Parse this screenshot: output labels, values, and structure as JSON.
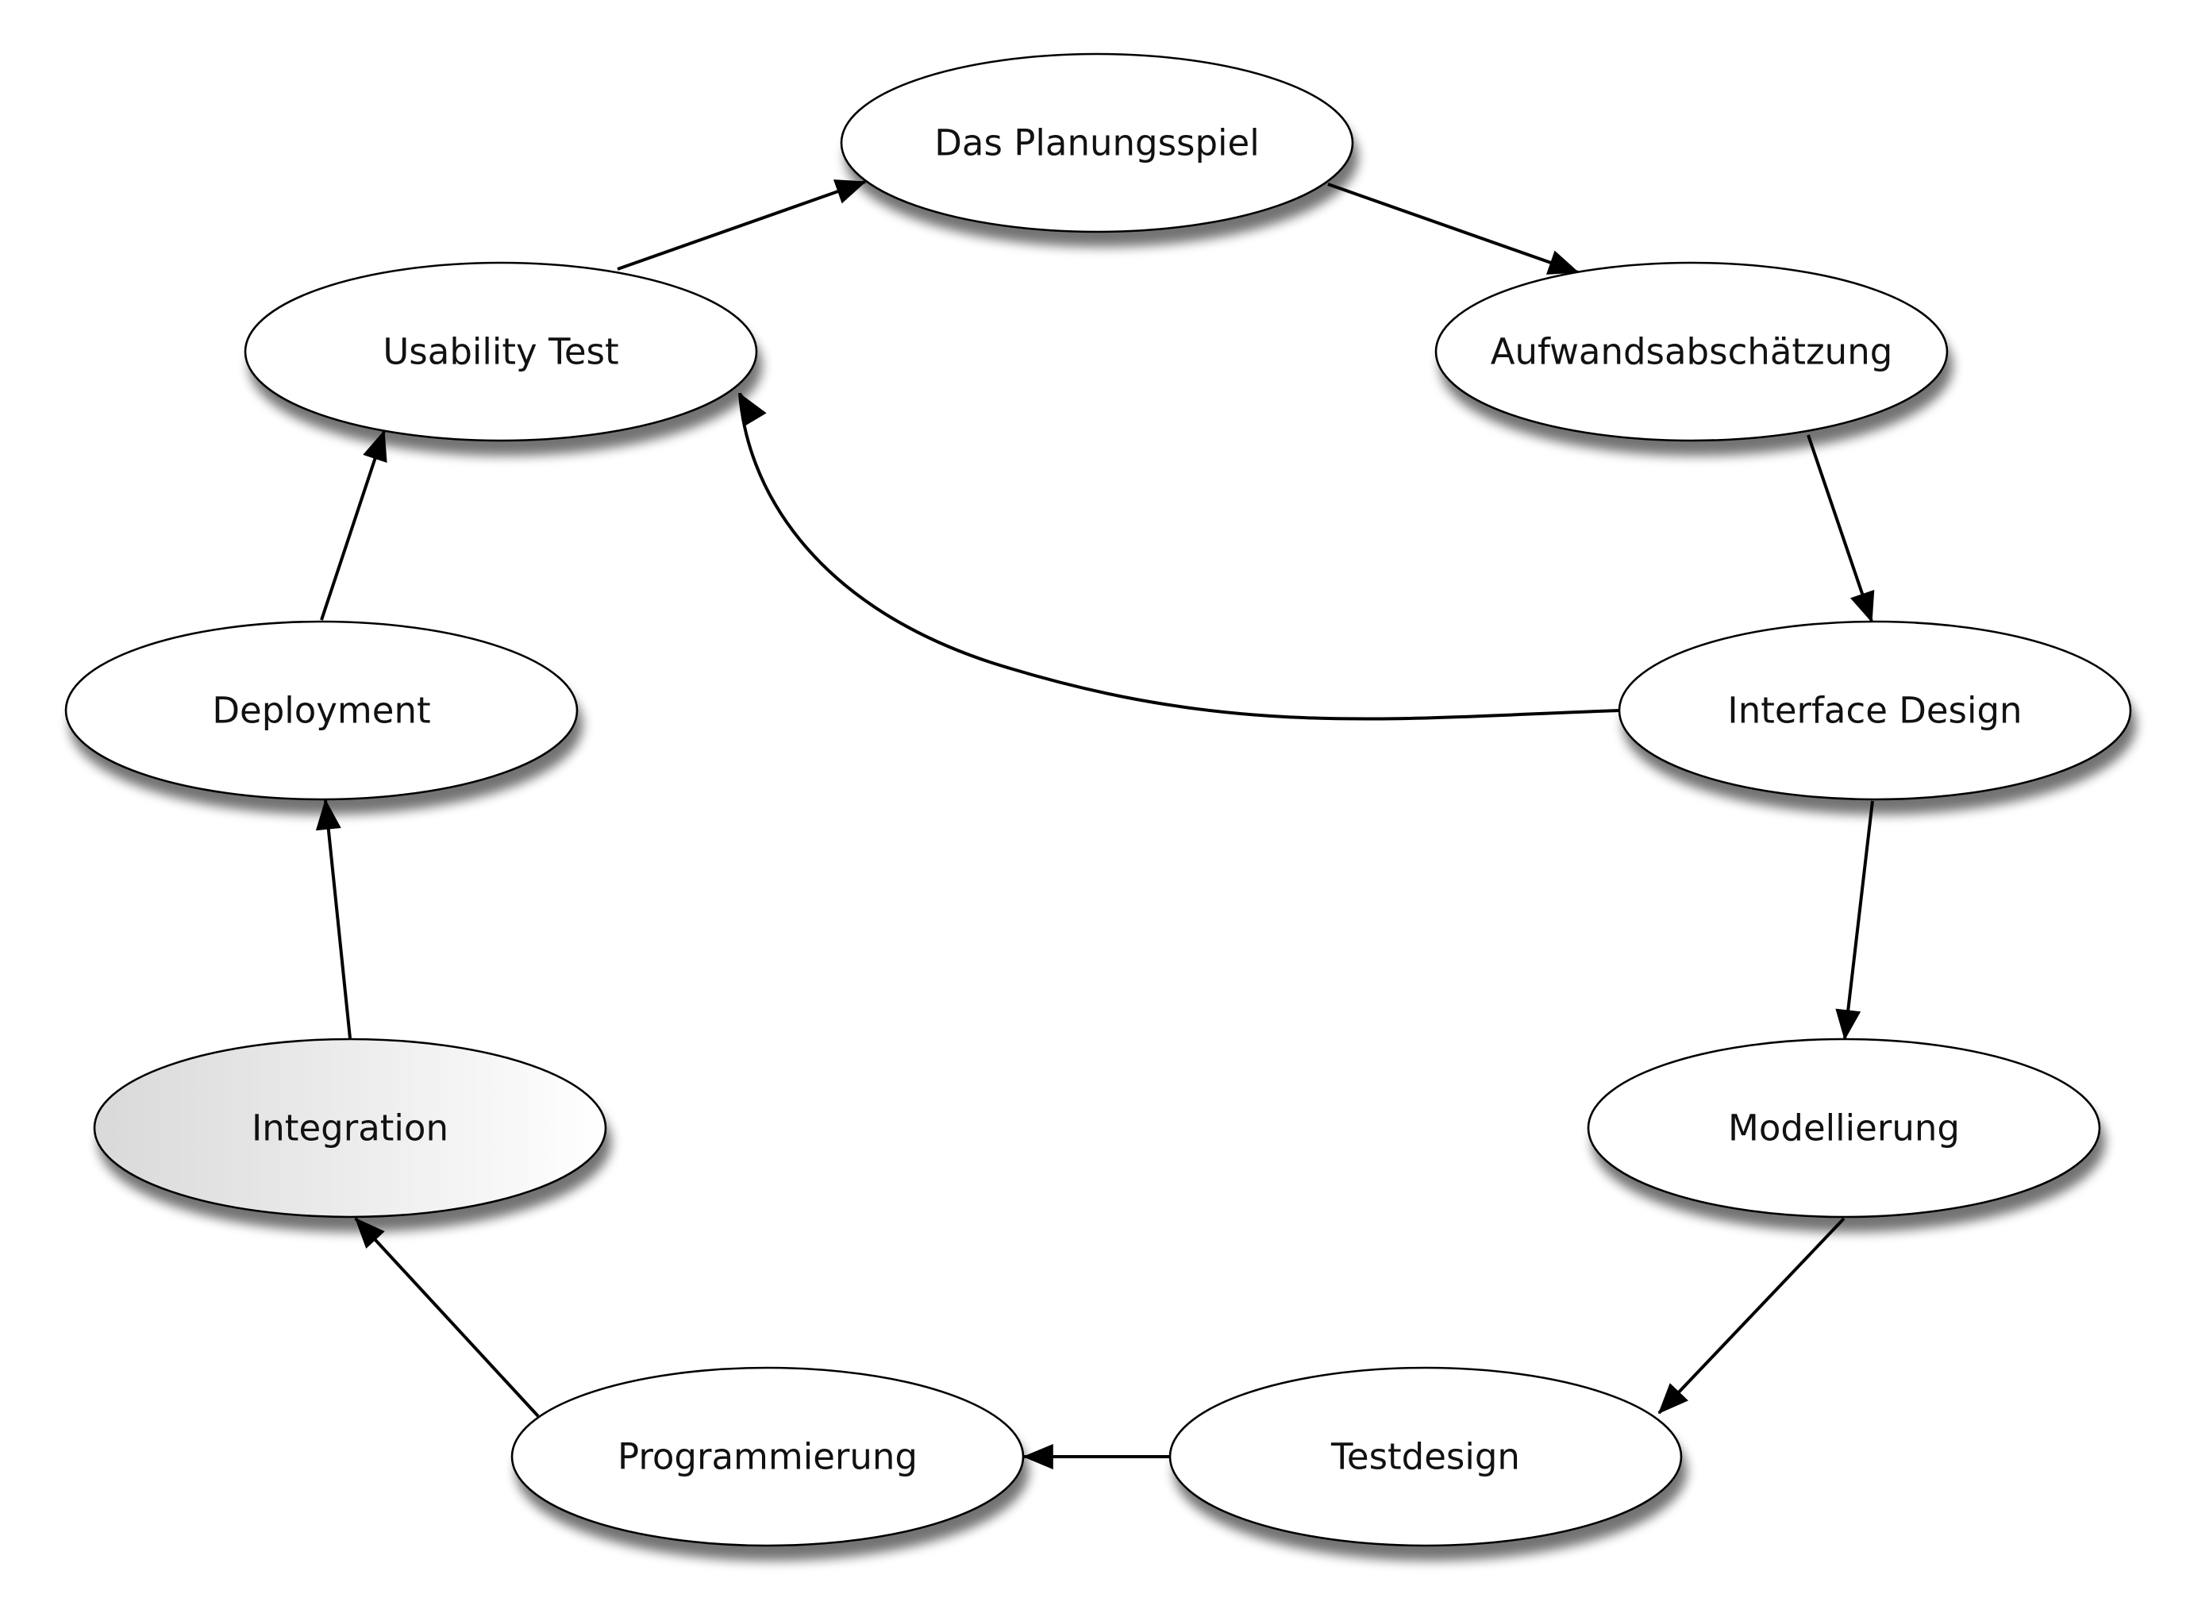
{
  "nodes": [
    {
      "id": "planungsspiel",
      "label": "Das Planungsspiel",
      "highlighted": false
    },
    {
      "id": "aufwand",
      "label": "Aufwandsabschätzung",
      "highlighted": false
    },
    {
      "id": "interface",
      "label": "Interface Design",
      "highlighted": false
    },
    {
      "id": "modellierung",
      "label": "Modellierung",
      "highlighted": false
    },
    {
      "id": "testdesign",
      "label": "Testdesign",
      "highlighted": false
    },
    {
      "id": "programmierung",
      "label": "Programmierung",
      "highlighted": false
    },
    {
      "id": "integration",
      "label": "Integration",
      "highlighted": true
    },
    {
      "id": "deployment",
      "label": "Deployment",
      "highlighted": false
    },
    {
      "id": "usability",
      "label": "Usability Test",
      "highlighted": false
    }
  ],
  "edges": [
    {
      "from": "usability",
      "to": "planungsspiel"
    },
    {
      "from": "planungsspiel",
      "to": "aufwand"
    },
    {
      "from": "aufwand",
      "to": "interface"
    },
    {
      "from": "interface",
      "to": "modellierung"
    },
    {
      "from": "interface",
      "to": "usability"
    },
    {
      "from": "modellierung",
      "to": "testdesign"
    },
    {
      "from": "testdesign",
      "to": "programmierung"
    },
    {
      "from": "programmierung",
      "to": "integration"
    },
    {
      "from": "integration",
      "to": "deployment"
    },
    {
      "from": "deployment",
      "to": "usability"
    }
  ],
  "colors": {
    "node_fill": "#ffffff",
    "node_stroke": "#000000",
    "highlight_fill_from": "#d9d9d9",
    "highlight_fill_to": "#ffffff",
    "edge": "#000000",
    "shadow": "#000000"
  }
}
